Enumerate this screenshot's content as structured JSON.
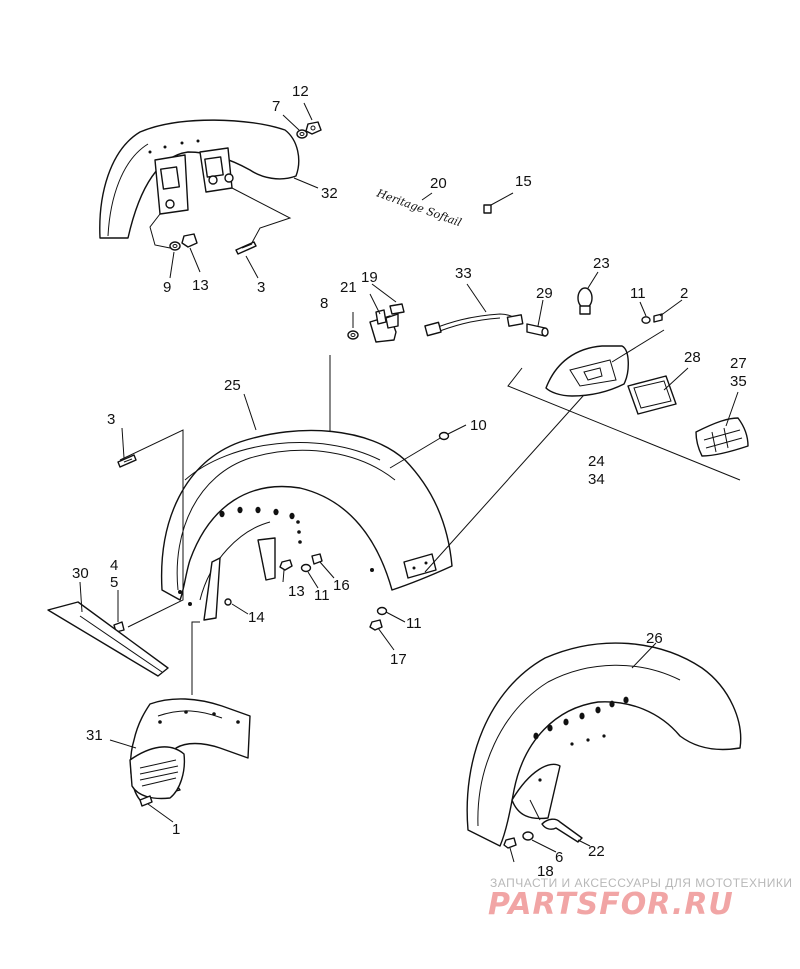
{
  "callouts": {
    "c1": "1",
    "c2": "2",
    "c3a": "3",
    "c3b": "3",
    "c4": "4",
    "c5": "5",
    "c6": "6",
    "c7": "7",
    "c8": "8",
    "c9": "9",
    "c10": "10",
    "c11a": "11",
    "c11b": "11",
    "c11c": "11",
    "c12": "12",
    "c13a": "13",
    "c13b": "13",
    "c14": "14",
    "c15": "15",
    "c16": "16",
    "c17": "17",
    "c18": "18",
    "c19": "19",
    "c20": "20",
    "c21": "21",
    "c22": "22",
    "c23": "23",
    "c24": "24",
    "c25": "25",
    "c26": "26",
    "c27": "27",
    "c28": "28",
    "c29": "29",
    "c30": "30",
    "c31": "31",
    "c32": "32",
    "c33": "33",
    "c34": "34",
    "c35": "35"
  },
  "emblem_script": "Heritage Softail",
  "watermark": {
    "tagline": "ЗАПЧАСТИ И АКСЕССУАРЫ ДЛЯ МОТОТЕХНИКИ",
    "logo": "PARTSFOR.RU"
  }
}
